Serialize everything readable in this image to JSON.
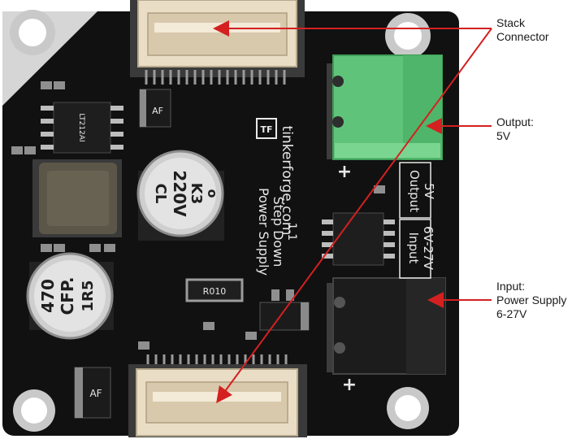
{
  "callouts": {
    "stack": {
      "line1": "Stack",
      "line2": "Connector"
    },
    "output": {
      "line1": "Output:",
      "line2": "5V"
    },
    "input": {
      "line1": "Input:",
      "line2": "Power Supply",
      "line3": "6-27V"
    }
  },
  "silkscreen": {
    "brand": "tinkerforge.com",
    "logo": "TF",
    "product_line1": "Power Supply",
    "product_line2": "Step Down",
    "product_line3": "1.1",
    "output_title": "Output",
    "output_value": "5V",
    "input_title": "Input",
    "input_value": "6V-27V",
    "plus_top": "+",
    "plus_bottom": "+"
  },
  "components": {
    "cap1_line1": "o",
    "cap1_line2": "K3",
    "cap1_line3": "220V",
    "cap1_line4": "CL",
    "cap2_line1": "470",
    "cap2_line2": "CFP.",
    "cap2_line3": "1R5",
    "diode_label": "AF",
    "diode2_label": "AF",
    "resistor_label": "R010",
    "chip_label": "LT212AI"
  },
  "colors": {
    "board": "#111111",
    "arrow": "#d42020",
    "terminal_green": "#5fc47a",
    "terminal_black": "#1c1c1c",
    "connector": "#e9ddc6"
  }
}
